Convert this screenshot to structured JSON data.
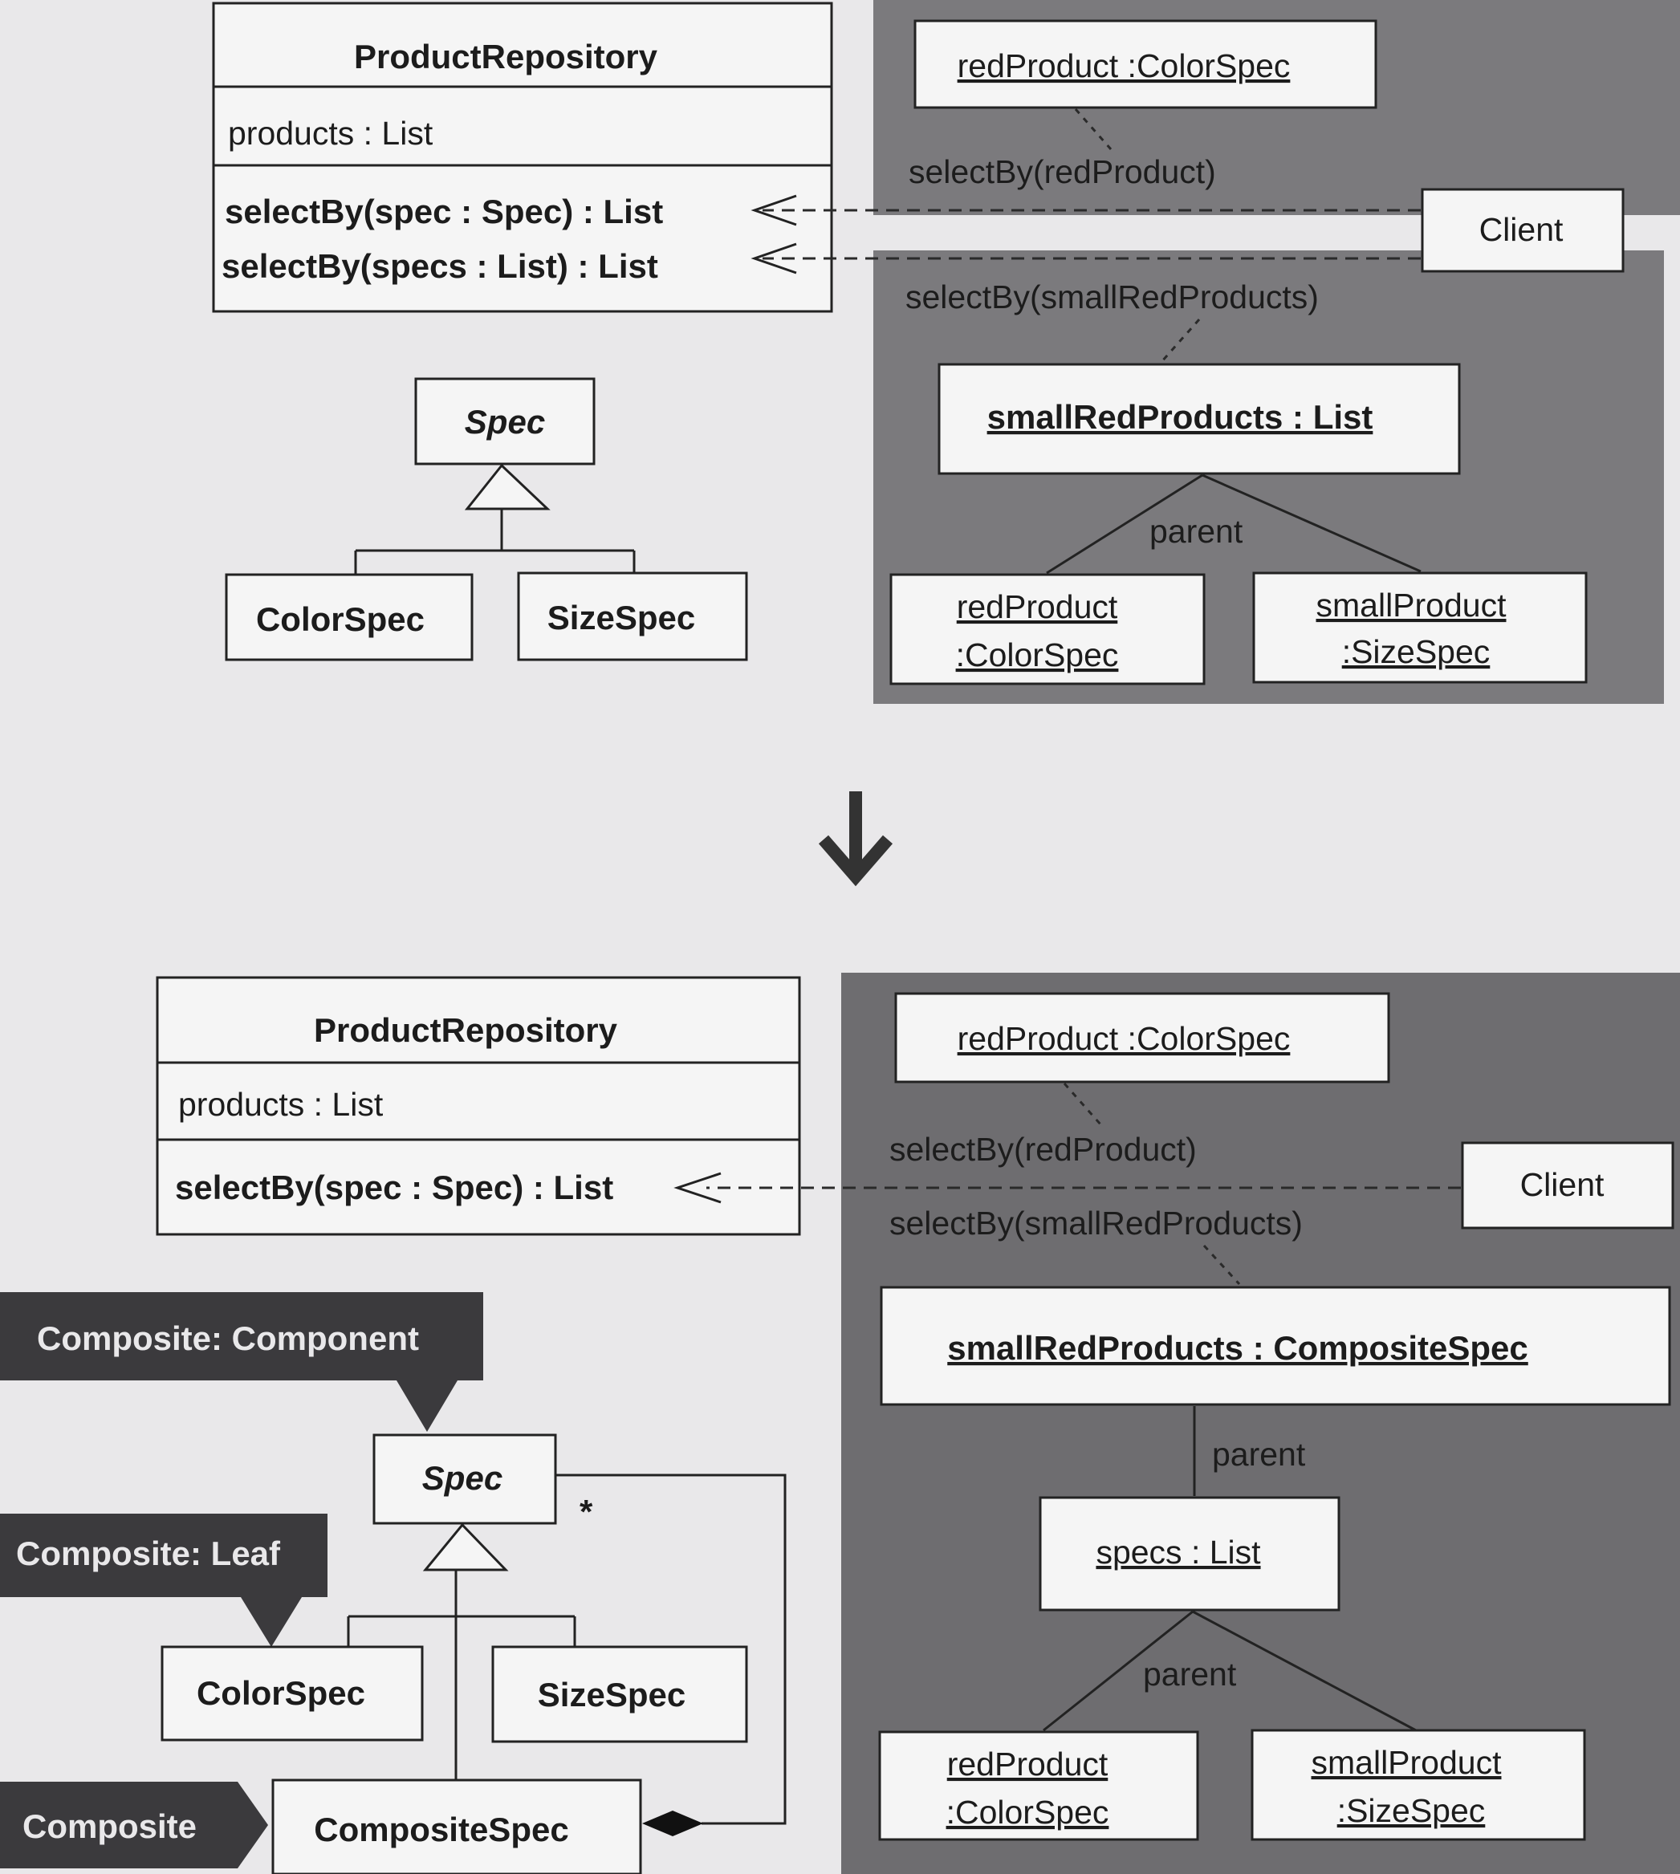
{
  "top": {
    "repository": {
      "name": "ProductRepository",
      "attribute": "products : List",
      "operations": [
        "selectBy(spec : Spec) : List",
        "selectBy(specs : List) : List"
      ]
    },
    "spec": "Spec",
    "subclasses": [
      "ColorSpec",
      "SizeSpec"
    ],
    "instance_red": "redProduct :ColorSpec",
    "message_red": "selectBy(redProduct)",
    "client": "Client",
    "message_list": "selectBy(smallRedProducts)",
    "list_instance": "smallRedProducts  : List",
    "parent_label": "parent",
    "children": [
      {
        "line1": "redProduct",
        "line2": ":ColorSpec"
      },
      {
        "line1": "smallProduct",
        "line2": ":SizeSpec"
      }
    ]
  },
  "bottom": {
    "repository": {
      "name": "ProductRepository",
      "attribute": "products : List",
      "operation": "selectBy(spec : Spec) : List"
    },
    "tags": {
      "component": "Composite: Component",
      "leaf": "Composite: Leaf",
      "composite": "Composite"
    },
    "spec": "Spec",
    "multiplicity": "*",
    "subclasses": [
      "ColorSpec",
      "SizeSpec"
    ],
    "composite_class": "CompositeSpec",
    "instance_red": "redProduct :ColorSpec",
    "message_red": "selectBy(redProduct)",
    "client": "Client",
    "message_list": "selectBy(smallRedProducts)",
    "composite_instance": "smallRedProducts : CompositeSpec",
    "parent_label_1": "parent",
    "specs_instance": "specs : List",
    "parent_label_2": "parent",
    "children": [
      {
        "line1": "redProduct",
        "line2": ":ColorSpec"
      },
      {
        "line1": "smallProduct",
        "line2": ":SizeSpec"
      }
    ]
  },
  "colors": {
    "page": "#e9e8ea",
    "panel_top": "#7b7a7d",
    "panel_bottom": "#6e6d70",
    "tag": "#3b3a3d",
    "box": "#f5f5f5"
  }
}
